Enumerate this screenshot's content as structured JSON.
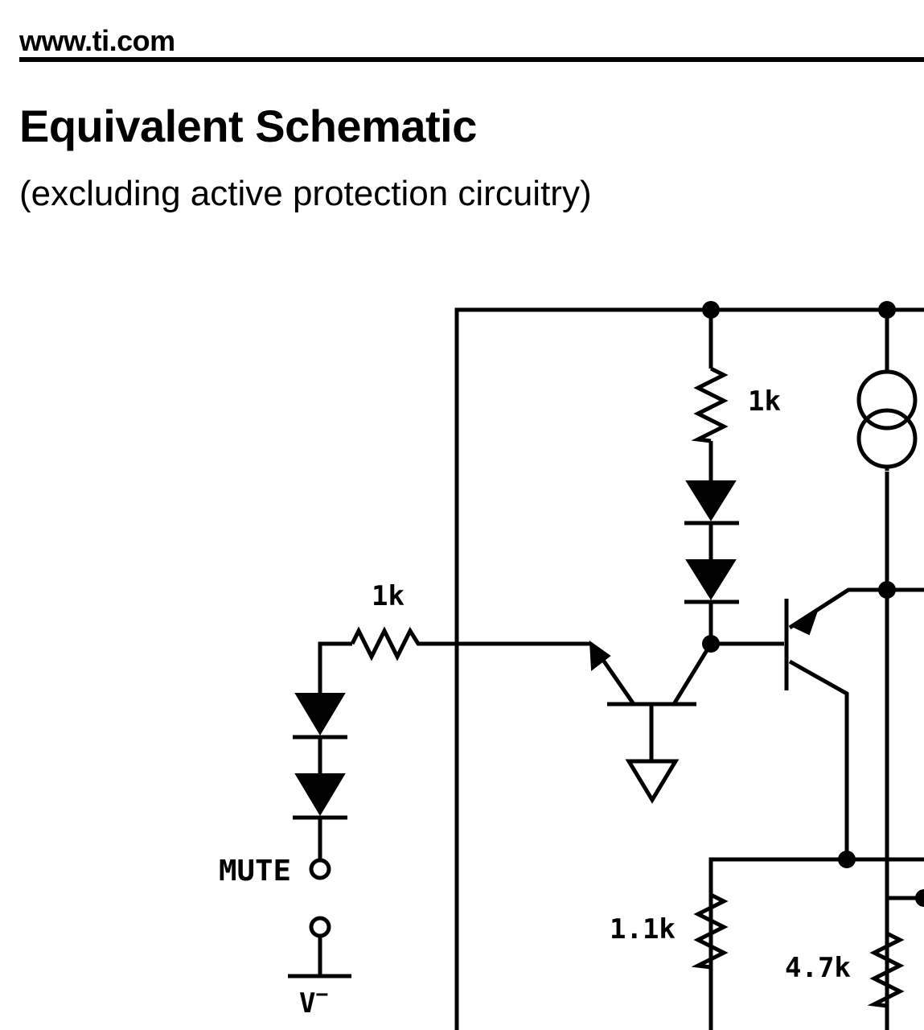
{
  "header": {
    "site": "www.ti.com"
  },
  "section": {
    "title": "Equivalent Schematic",
    "subtitle": "(excluding active protection circuitry)"
  },
  "schematic": {
    "labels": {
      "r_top": "1k",
      "r_left": "1k",
      "mute": "MUTE",
      "vminus": "V",
      "vminus_sup": "−",
      "r_mid": "1.1k",
      "r_right": "4.7k"
    }
  }
}
